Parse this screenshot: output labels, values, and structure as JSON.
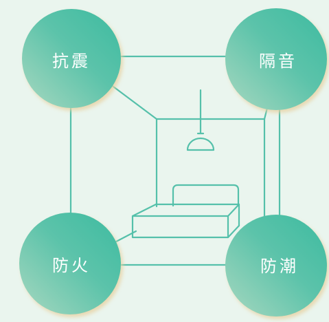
{
  "nodes": {
    "top_left": {
      "label": "抗震"
    },
    "top_right": {
      "label": "隔音"
    },
    "bottom_left": {
      "label": "防火"
    },
    "bottom_right": {
      "label": "防潮"
    }
  },
  "colors": {
    "background": "#eaf5ee",
    "line": "#55c0aa",
    "circle_light": "#a8d8c0",
    "circle_dark": "#3dbba0",
    "shadow": "#e7d2a3",
    "label": "#ffffff"
  },
  "icons": [
    "room-wireframe-icon",
    "pendant-lamp-icon",
    "bed-icon"
  ]
}
